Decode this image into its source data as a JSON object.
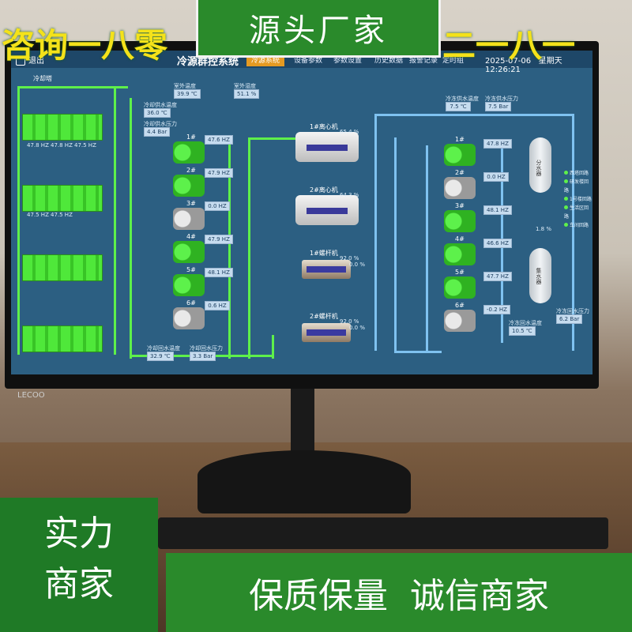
{
  "overlay": {
    "top_title": "源头厂家",
    "consult_left": "咨询一八零",
    "consult_right": "二一八一",
    "bottom_left_lines": [
      "实力",
      "商家"
    ],
    "bottom_right_phrases": [
      "保质保量",
      "诚信商家"
    ]
  },
  "monitor": {
    "brand": "LECOO"
  },
  "app": {
    "title": "冷源群控系统",
    "back_label": "退出",
    "datetime": {
      "date": "2025-07-06",
      "weekday": "星期天",
      "time": "12:26:21"
    },
    "nav": [
      {
        "label": "冷源系统",
        "active": true
      },
      {
        "label": "设备参数",
        "active": false
      },
      {
        "label": "参数设置",
        "active": false
      },
      {
        "label": "历史数据",
        "active": false
      },
      {
        "label": "报警记录",
        "active": false
      },
      {
        "label": "定时组",
        "active": false
      }
    ]
  },
  "schematic": {
    "cooling_tower_label": "冷却塔",
    "top_readouts": [
      {
        "label": "室外温度",
        "value": "39.9 ℃"
      },
      {
        "label": "室外湿度",
        "value": "51.1 %"
      }
    ],
    "cooling_supply": [
      {
        "label": "冷却供水温度",
        "value": "36.0 ℃"
      },
      {
        "label": "冷却供水压力",
        "value": "4.4 Bar"
      }
    ],
    "cooling_return": [
      {
        "label": "冷却回水温度",
        "value": "32.9 ℃"
      },
      {
        "label": "冷却回水压力",
        "value": "3.3 Bar"
      }
    ],
    "tower_freqs": [
      "47.8 HZ",
      "47.8 HZ",
      "47.5 HZ",
      "47.5 HZ",
      "47.5 HZ"
    ],
    "cooling_pumps": [
      {
        "name": "1#",
        "freq": "47.6 HZ",
        "on": true
      },
      {
        "name": "2#",
        "freq": "47.9 HZ",
        "on": true
      },
      {
        "name": "3#",
        "freq": "0.0 HZ",
        "on": false
      },
      {
        "name": "4#",
        "freq": "47.9 HZ",
        "on": true
      },
      {
        "name": "5#",
        "freq": "48.1 HZ",
        "on": true
      },
      {
        "name": "6#",
        "freq": "0.6 HZ",
        "on": false
      }
    ],
    "chillers": [
      {
        "name": "1#离心机",
        "load": "65.4 %"
      },
      {
        "name": "2#离心机",
        "load": "64.3 %"
      },
      {
        "name": "1#螺杆机",
        "load": "92.0 %",
        "load2": "0.0 %"
      },
      {
        "name": "2#螺杆机",
        "load": "92.0 %",
        "load2": "0.0 %"
      }
    ],
    "chilled_supply": [
      {
        "label": "冷冻供水温度",
        "value": "7.5 ℃"
      },
      {
        "label": "冷冻供水压力",
        "value": "7.5 Bar"
      }
    ],
    "chilled_pumps": [
      {
        "name": "1#",
        "freq": "47.8 HZ",
        "on": true
      },
      {
        "name": "2#",
        "freq": "0.0 HZ",
        "on": false
      },
      {
        "name": "3#",
        "freq": "48.1 HZ",
        "on": true
      },
      {
        "name": "4#",
        "freq": "46.6 HZ",
        "on": true
      },
      {
        "name": "5#",
        "freq": "47.7 HZ",
        "on": true
      },
      {
        "name": "6#",
        "freq": "-0.2 HZ",
        "on": false
      }
    ],
    "collector": {
      "label": "分水器"
    },
    "distributor": {
      "label": "集水器",
      "pct": "1.8 %"
    },
    "chilled_return": [
      {
        "label": "冷冻回水温度",
        "value": "10.5 ℃"
      },
      {
        "label": "冷冻回水压力",
        "value": "6.2 Bar"
      }
    ],
    "legend": [
      "西塔回路",
      "研发楼回路",
      "1号楼回路",
      "生活区回路",
      "车间回路"
    ]
  }
}
